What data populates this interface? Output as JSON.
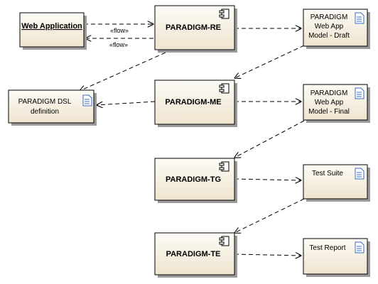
{
  "nodes": {
    "web_app": {
      "label": "Web Application"
    },
    "re": {
      "label": "PARADIGM-RE"
    },
    "me": {
      "label": "PARADIGM-ME"
    },
    "tg": {
      "label": "PARADIGM-TG"
    },
    "te": {
      "label": "PARADIGM-TE"
    },
    "dsl": {
      "lines": [
        "PARADIGM DSL",
        "definition"
      ]
    },
    "model_draft": {
      "lines": [
        "PARADIGM",
        "Web App",
        "Model - Draft"
      ]
    },
    "model_final": {
      "lines": [
        "PARADIGM",
        "Web App",
        "Model - Final"
      ]
    },
    "test_suite": {
      "lines": [
        "Test Suite"
      ]
    },
    "test_report": {
      "lines": [
        "Test Report"
      ]
    }
  },
  "flows": {
    "forward_label": "«flow»",
    "backward_label": "«flow»"
  },
  "colors": {
    "box_fill_top": "#fdfbf6",
    "box_fill_bottom": "#efe4cf",
    "box_border": "#000000",
    "shadow": "#9a9a9a",
    "doc_icon_blue": "#3b6bc4"
  }
}
